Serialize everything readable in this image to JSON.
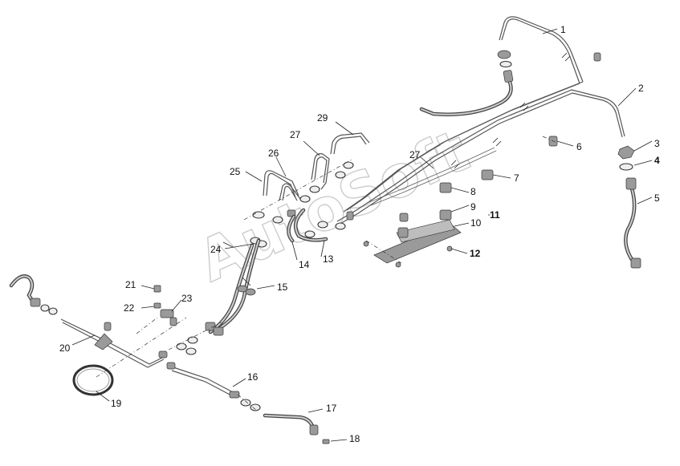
{
  "watermark": "AutoSoft",
  "callouts": [
    {
      "id": "c1",
      "text": "1"
    },
    {
      "id": "c2",
      "text": "2"
    },
    {
      "id": "c3",
      "text": "3"
    },
    {
      "id": "c4",
      "text": "4"
    },
    {
      "id": "c5",
      "text": "5"
    },
    {
      "id": "c6",
      "text": "6"
    },
    {
      "id": "c7",
      "text": "7"
    },
    {
      "id": "c8",
      "text": "8"
    },
    {
      "id": "c9",
      "text": "9"
    },
    {
      "id": "c10",
      "text": "10"
    },
    {
      "id": "c11",
      "text": "11"
    },
    {
      "id": "c12",
      "text": "12"
    },
    {
      "id": "c13",
      "text": "13"
    },
    {
      "id": "c14",
      "text": "14"
    },
    {
      "id": "c15",
      "text": "15"
    },
    {
      "id": "c16",
      "text": "16"
    },
    {
      "id": "c17",
      "text": "17"
    },
    {
      "id": "c18",
      "text": "18"
    },
    {
      "id": "c19",
      "text": "19"
    },
    {
      "id": "c20",
      "text": "20"
    },
    {
      "id": "c21",
      "text": "21"
    },
    {
      "id": "c22",
      "text": "22"
    },
    {
      "id": "c23",
      "text": "23"
    },
    {
      "id": "c24",
      "text": "24"
    },
    {
      "id": "c25",
      "text": "25"
    },
    {
      "id": "c26",
      "text": "26"
    },
    {
      "id": "c27a",
      "text": "27"
    },
    {
      "id": "c27b",
      "text": "27"
    },
    {
      "id": "c29",
      "text": "29"
    }
  ]
}
